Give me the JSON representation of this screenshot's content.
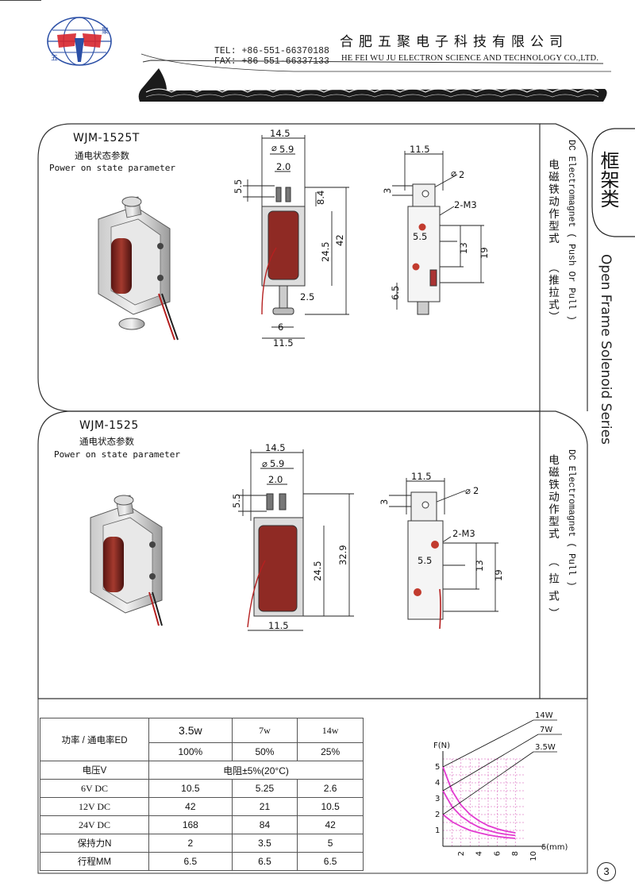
{
  "header": {
    "tel_label": "TEL:",
    "tel": "+86-551-66370188",
    "fax_label": "FAX:",
    "fax": "+86-551-66337133",
    "company_cn": "合肥五聚电子科技有限公司",
    "company_en": "HE FEI WU JU ELECTRON SCIENCE AND TECHNOLOGY CO.,LTD.",
    "logo_left": "五",
    "logo_right": "聚"
  },
  "series": {
    "cn": "框架类",
    "en": "Open Frame Solenoid Series"
  },
  "product1": {
    "model": "WJM-1525T",
    "caption_cn": "通电状态参数",
    "caption_en": "Power on state parameter",
    "side_cn_1": "电磁铁动作型式",
    "side_cn_2": "（推拉式）",
    "side_en": "DC Electromagnet ( Push Or Pull )",
    "dims": {
      "w_total": "14.5",
      "d_59": "5.9",
      "w_20": "2.0",
      "h_55": "5.5",
      "h_84": "8.4",
      "h_245": "24.5",
      "h_42": "42",
      "d_25": "2.5",
      "d_6": "6",
      "w_115_bottom": "11.5",
      "side_w": "11.5",
      "hole": "2",
      "h_3": "3",
      "screw": "2-M3",
      "s_55": "5.5",
      "s_13": "13",
      "s_19": "19",
      "s_65": "6.5"
    }
  },
  "product2": {
    "model": "WJM-1525",
    "caption_cn": "通电状态参数",
    "caption_en": "Power on state parameter",
    "side_cn_1": "电磁铁动作型式",
    "side_cn_2": "（ 拉 式 ）",
    "side_en": "DC Electromagnet (   Pull   )",
    "dims": {
      "w_total": "14.5",
      "d_59": "5.9",
      "w_20": "2.0",
      "h_55": "5.5",
      "h_245": "24.5",
      "h_329": "32.9",
      "w_115_bottom": "11.5",
      "side_w": "11.5",
      "hole": "2",
      "h_3": "3",
      "screw": "2-M3",
      "s_55": "5.5",
      "s_13": "13",
      "s_19": "19"
    }
  },
  "table": {
    "rows": [
      [
        "功率 / 通电率ED",
        "3.5w",
        "7w",
        "14w"
      ],
      [
        "",
        "100%",
        "50%",
        "25%"
      ],
      [
        "电压V",
        "电阻±5%(20°C)",
        "",
        ""
      ],
      [
        "6V DC",
        "10.5",
        "5.25",
        "2.6"
      ],
      [
        "12V DC",
        "42",
        "21",
        "10.5"
      ],
      [
        "24V DC",
        "168",
        "84",
        "42"
      ],
      [
        "保持力N",
        "2",
        "3.5",
        "5"
      ],
      [
        "行程MM",
        "6.5",
        "6.5",
        "6.5"
      ]
    ]
  },
  "chart_data": {
    "type": "line",
    "ylabel": "F(N)",
    "xlabel": "δ(mm)",
    "x_ticks": [
      "2",
      "4",
      "6",
      "8",
      "10"
    ],
    "y_ticks": [
      "1",
      "2",
      "3",
      "4",
      "5"
    ],
    "xlim": [
      0,
      10
    ],
    "ylim": [
      0,
      5.5
    ],
    "grid": true,
    "series": [
      {
        "name": "14W",
        "x": [
          0,
          1,
          2,
          3,
          4,
          5,
          6,
          7,
          8
        ],
        "y": [
          5.0,
          3.5,
          2.6,
          2.0,
          1.6,
          1.3,
          1.1,
          0.95,
          0.85
        ]
      },
      {
        "name": "7W",
        "x": [
          0,
          1,
          2,
          3,
          4,
          5,
          6,
          7,
          8
        ],
        "y": [
          3.5,
          2.5,
          1.9,
          1.5,
          1.2,
          1.0,
          0.85,
          0.75,
          0.68
        ]
      },
      {
        "name": "3.5W",
        "x": [
          0,
          1,
          2,
          3,
          4,
          5,
          6,
          7,
          8
        ],
        "y": [
          2.0,
          1.55,
          1.25,
          1.0,
          0.85,
          0.72,
          0.62,
          0.55,
          0.5
        ]
      }
    ],
    "colors": {
      "curve": "#e23bd0",
      "grid": "#d24bb0"
    }
  },
  "page": {
    "number": "3"
  }
}
